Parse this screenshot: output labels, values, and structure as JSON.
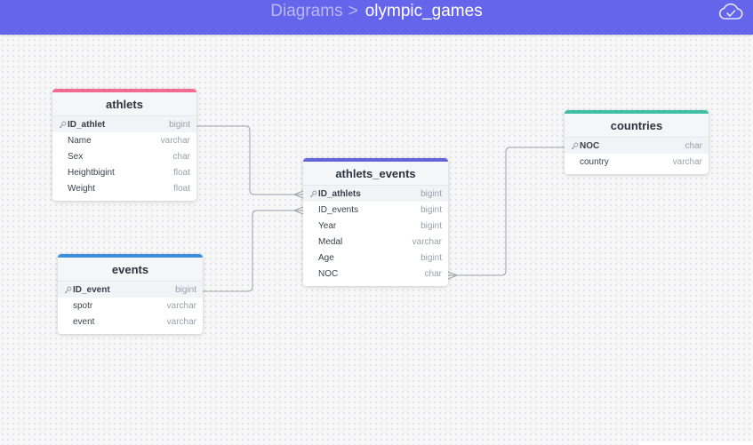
{
  "header": {
    "root": "Diagrams",
    "separator": ">",
    "title": "olympic_games"
  },
  "tables": {
    "athlets": {
      "name": "athlets",
      "color": "#f36b8e",
      "columns": [
        {
          "name": "ID_athlet",
          "type": "bigint",
          "pk": true
        },
        {
          "name": "Name",
          "type": "varchar"
        },
        {
          "name": "Sex",
          "type": "char"
        },
        {
          "name": "Heightbigint",
          "type": "float"
        },
        {
          "name": "Weight",
          "type": "float"
        }
      ]
    },
    "events": {
      "name": "events",
      "color": "#3f8fdf",
      "columns": [
        {
          "name": "ID_event",
          "type": "bigint",
          "pk": true
        },
        {
          "name": "spotr",
          "type": "varchar"
        },
        {
          "name": "event",
          "type": "varchar"
        }
      ]
    },
    "athlets_events": {
      "name": "athlets_events",
      "color": "#6465d6",
      "columns": [
        {
          "name": "ID_athlets",
          "type": "bigint",
          "pk": true
        },
        {
          "name": "ID_events",
          "type": "bigint"
        },
        {
          "name": "Year",
          "type": "bigint"
        },
        {
          "name": "Medal",
          "type": "varchar"
        },
        {
          "name": "Age",
          "type": "bigint"
        },
        {
          "name": "NOC",
          "type": "char"
        }
      ]
    },
    "countries": {
      "name": "countries",
      "color": "#3dbfa6",
      "columns": [
        {
          "name": "NOC",
          "type": "char",
          "pk": true
        },
        {
          "name": "country",
          "type": "varchar"
        }
      ]
    }
  },
  "icons": {
    "cloud": "cloud-check-icon",
    "key": "key-icon"
  }
}
